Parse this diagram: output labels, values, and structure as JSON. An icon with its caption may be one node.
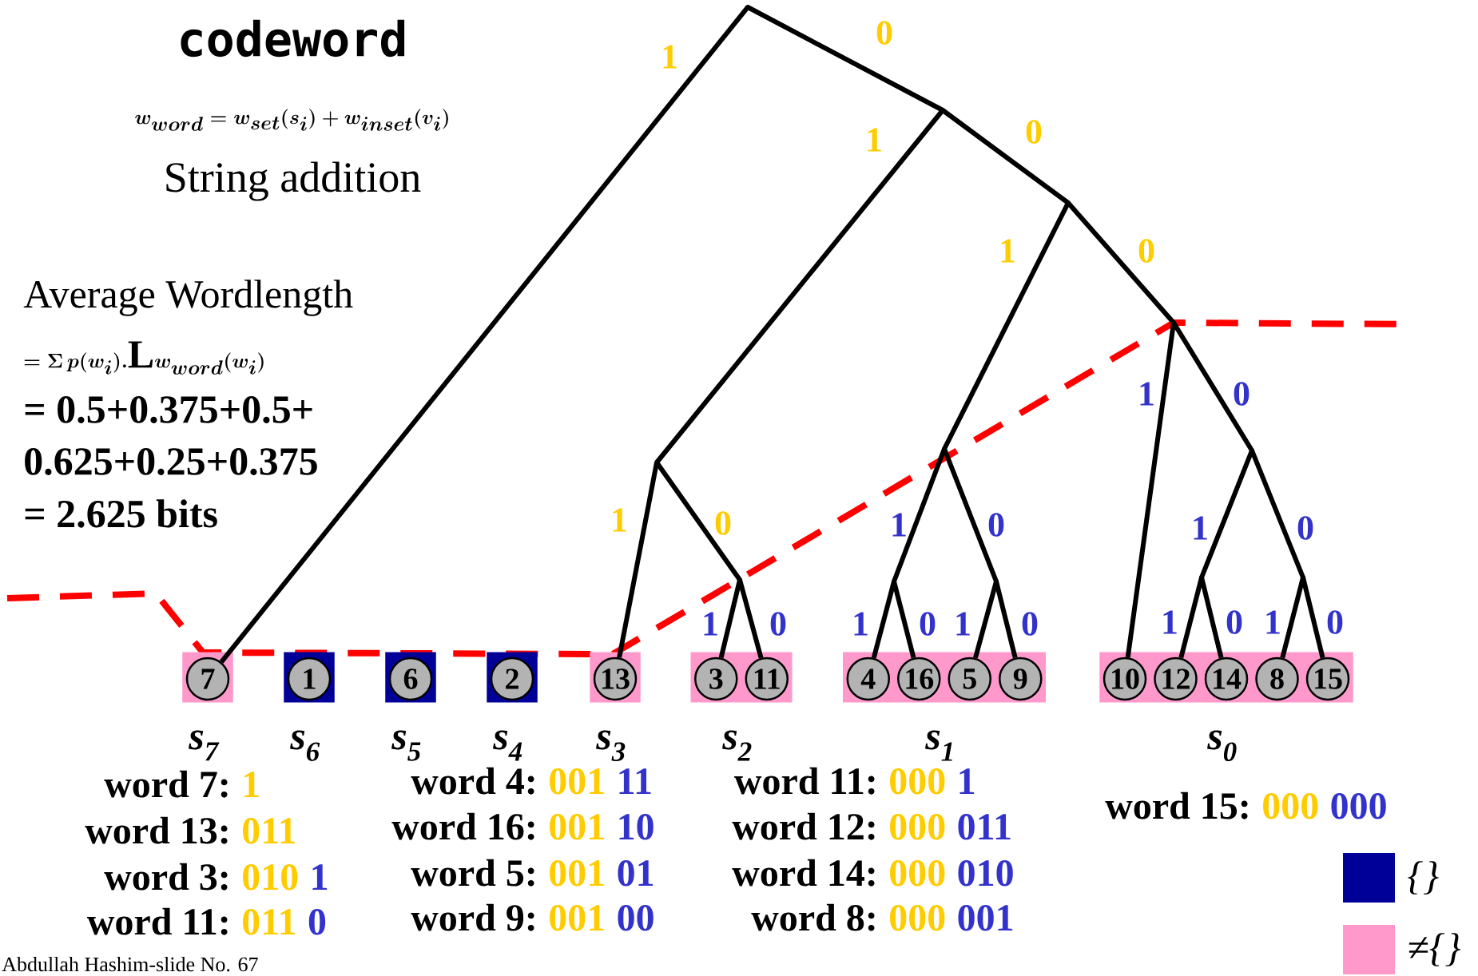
{
  "diagram": {
    "title": "codeword",
    "nodes": [
      {
        "text": [],
        "shape": "point"
      },
      {
        "text": [],
        "shape": "point"
      },
      {
        "text": [],
        "shape": "point"
      },
      {
        "text": [],
        "shape": "point"
      },
      {
        "text": [],
        "shape": "point"
      },
      {
        "text": [],
        "shape": "point"
      },
      {
        "text": [],
        "shape": "point"
      },
      {
        "text": [],
        "shape": "point"
      },
      {
        "text": [],
        "shape": "point"
      },
      {
        "text": [],
        "shape": "point"
      },
      {
        "text": [],
        "shape": "point"
      },
      {
        "text": [],
        "shape": "point"
      },
      {
        "text": [],
        "shape": "box",
        "beside": [
          "s$_{7}$"
        ]
      },
      {
        "text": [
          "7"
        ],
        "in": 12
      },
      {
        "text": [],
        "shape": "box",
        "beside": [
          "s$_{6}$"
        ]
      },
      {
        "text": [
          "1"
        ],
        "in": 14
      },
      {
        "text": [],
        "shape": "box",
        "beside": [
          "s$_{5}$"
        ]
      },
      {
        "text": [
          "6"
        ],
        "in": 16
      },
      {
        "text": [],
        "shape": "box",
        "beside": [
          "s$_{4}$"
        ]
      },
      {
        "text": [
          "2"
        ],
        "in": 18
      },
      {
        "text": [],
        "shape": "box",
        "beside": [
          "s$_{3}$"
        ]
      },
      {
        "text": [
          "13"
        ],
        "in": 20
      },
      {
        "text": [],
        "shape": "box",
        "beside": [
          "s$_{2}$"
        ]
      },
      {
        "text": [
          "3"
        ],
        "in": 22
      },
      {
        "text": [
          "11"
        ],
        "in": 22
      },
      {
        "text": [],
        "shape": "box",
        "beside": [
          "s$_{1}$"
        ]
      },
      {
        "text": [
          "4"
        ],
        "in": 25
      },
      {
        "text": [
          "16"
        ],
        "in": 25
      },
      {
        "text": [
          "5"
        ],
        "in": 25
      },
      {
        "text": [
          "9"
        ],
        "in": 25
      },
      {
        "text": [],
        "shape": "box",
        "beside": [
          "s$_{0}$"
        ]
      },
      {
        "text": [
          "10"
        ],
        "in": 30
      },
      {
        "text": [
          "12"
        ],
        "in": 30
      },
      {
        "text": [
          "14"
        ],
        "in": 30
      },
      {
        "text": [
          "8"
        ],
        "in": 30
      },
      {
        "text": [
          "15"
        ],
        "in": 30
      }
    ],
    "edges": [
      {
        "from": 0,
        "to": 13,
        "arrow": "none",
        "label": "1"
      },
      {
        "from": 0,
        "to": 1,
        "arrow": "none",
        "label": "0"
      },
      {
        "from": 1,
        "to": 4,
        "arrow": "none",
        "label": "1"
      },
      {
        "from": 1,
        "to": 2,
        "arrow": "none",
        "label": "0"
      },
      {
        "from": 2,
        "to": 5,
        "arrow": "none",
        "label": "1"
      },
      {
        "from": 2,
        "to": 3,
        "arrow": "none",
        "label": "0"
      },
      {
        "from": 4,
        "to": 21,
        "arrow": "none",
        "label": "1"
      },
      {
        "from": 4,
        "to": 7,
        "arrow": "none",
        "label": "0"
      },
      {
        "from": 7,
        "to": 23,
        "arrow": "none",
        "label": "1"
      },
      {
        "from": 7,
        "to": 24,
        "arrow": "none",
        "label": "0"
      },
      {
        "from": 5,
        "to": 8,
        "arrow": "none",
        "label": "1"
      },
      {
        "from": 5,
        "to": 9,
        "arrow": "none",
        "label": "0"
      },
      {
        "from": 8,
        "to": 26,
        "arrow": "none",
        "label": "1"
      },
      {
        "from": 8,
        "to": 27,
        "arrow": "none",
        "label": "0"
      },
      {
        "from": 9,
        "to": 28,
        "arrow": "none",
        "label": "1"
      },
      {
        "from": 9,
        "to": 29,
        "arrow": "none",
        "label": "0"
      },
      {
        "from": 3,
        "to": 31,
        "arrow": "none",
        "label": "1"
      },
      {
        "from": 3,
        "to": 6,
        "arrow": "none",
        "label": "0"
      },
      {
        "from": 6,
        "to": 10,
        "arrow": "none",
        "label": "1"
      },
      {
        "from": 6,
        "to": 11,
        "arrow": "none",
        "label": "0"
      },
      {
        "from": 10,
        "to": 32,
        "arrow": "none",
        "label": "1"
      },
      {
        "from": 10,
        "to": 33,
        "arrow": "none",
        "label": "0"
      },
      {
        "from": 11,
        "to": 34,
        "arrow": "none",
        "label": "1"
      },
      {
        "from": 11,
        "to": 35,
        "arrow": "none",
        "label": "0"
      }
    ],
    "labels": [
      "w_{word} = w_{set}(s_i)+w_{inset}(v_i)",
      "String addition",
      "Average Wordlength",
      "= \\Sigma\\, p(w_i).\\mathrm{L}w_{word}(w_i)",
      "= 0.5+0.375+0.5+",
      "0.625+0.25+0.375",
      "= 2.625 bits",
      "word 7:",
      "1",
      "word 4:",
      "001",
      "11",
      "word 11:",
      "000",
      "1",
      "word 15:",
      "000",
      "000",
      "word 13:",
      "011",
      "word 16:",
      "001",
      "10",
      "word 12:",
      "000",
      "011",
      "word 3:",
      "010",
      "1",
      "word 5:",
      "001",
      "01",
      "word 14:",
      "000",
      "010",
      "word 11:",
      "011",
      "0",
      "word 9:",
      "001",
      "00",
      "word 8:",
      "000",
      "001",
      "Abdullah Hashim-slide No. 67"
    ],
    "legend": [
      {
        "text": "{}",
        "color": "#000099"
      },
      {
        "text": "≠{}",
        "color": "#ff99cc"
      }
    ]
  }
}
